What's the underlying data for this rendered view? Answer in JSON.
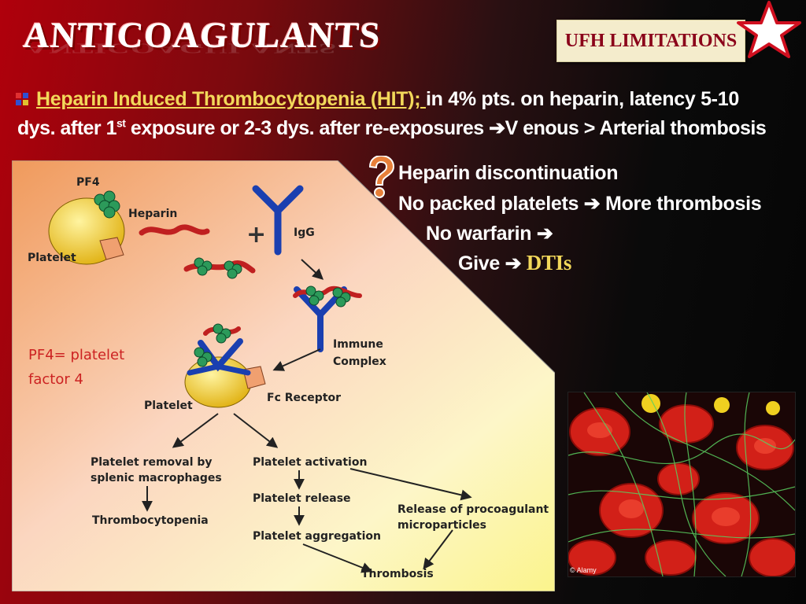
{
  "title": "ANTICOAGULANTS",
  "badge": {
    "label": "UFH LIMITATIONS"
  },
  "header": {
    "hit_title": "Heparin Induced Thrombocytopenia (HIT); ",
    "line1_rest": "in 4% pts. on heparin, latency 5-10",
    "line2_a": "dys. after 1",
    "line2_sup": "st",
    "line2_b": " exposure or 2-3 dys. after re-exposures ",
    "line2_arrow": "➔",
    "line2_c": "V enous > Arterial thombosis"
  },
  "recommendations": {
    "r1": "Heparin discontinuation",
    "r2_a": "No packed platelets ",
    "r2_arrow": "➔",
    "r2_b": " More thrombosis",
    "r3_a": "No warfarin ",
    "r3_arrow": "➔",
    "r4_a": "Give ",
    "r4_arrow": "➔",
    "r4_b": " DTIs"
  },
  "diagram": {
    "pf4": "PF4",
    "heparin": "Heparin",
    "platelet_top": "Platelet",
    "plus": "+",
    "igg": "IgG",
    "immune": "Immune",
    "complex": "Complex",
    "fc_receptor": "Fc Receptor",
    "platelet_mid": "Platelet",
    "removal_1": "Platelet removal by",
    "removal_2": "splenic macrophages",
    "thrombocytopenia": "Thrombocytopenia",
    "activation": "Platelet activation",
    "release": "Platelet release",
    "aggregation": "Platelet aggregation",
    "procoag_1": "Release of procoagulant",
    "procoag_2": "microparticles",
    "thrombosis": "Thrombosis",
    "note": "PF4= platelet factor 4"
  },
  "photo_credit": "© Alamy",
  "colors": {
    "accent_yellow": "#f2d85a",
    "badge_text": "#8a0019",
    "note_red": "#cc2222"
  }
}
